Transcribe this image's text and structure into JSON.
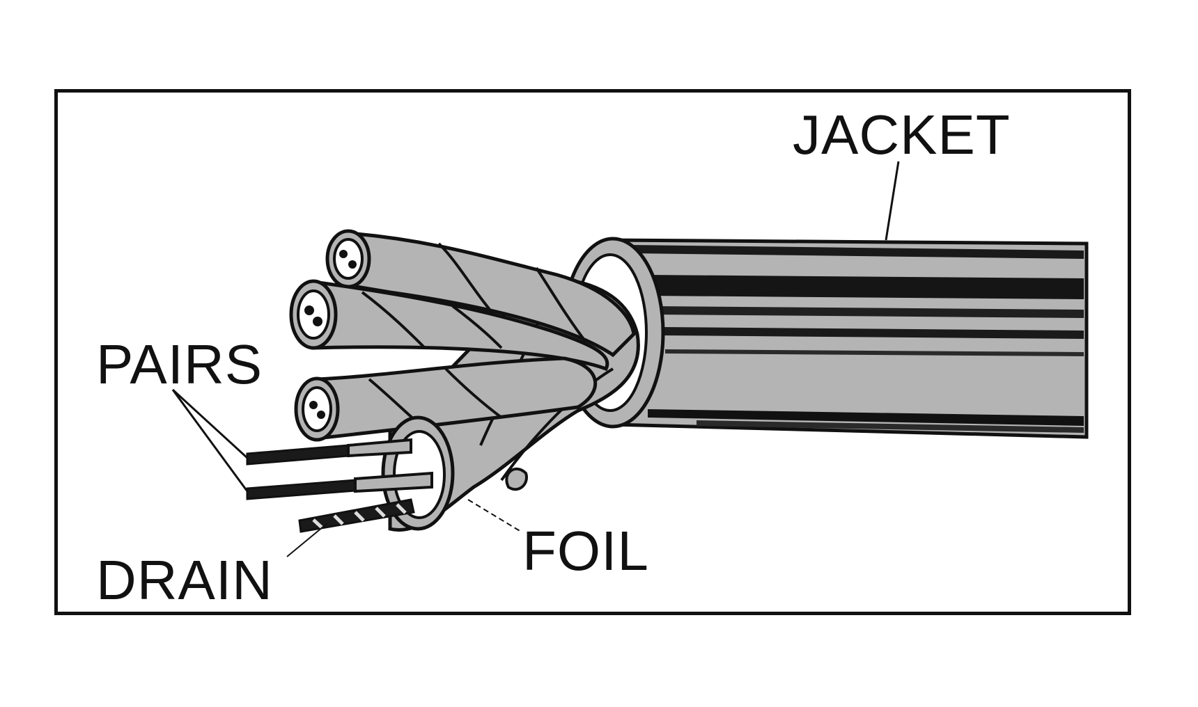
{
  "labels": {
    "jacket": "JACKET",
    "pairs": "PAIRS",
    "drain": "DRAIN",
    "foil": "FOIL"
  },
  "colors": {
    "ink": "#111111",
    "fill": "#b4b4b4",
    "background": "#ffffff"
  }
}
